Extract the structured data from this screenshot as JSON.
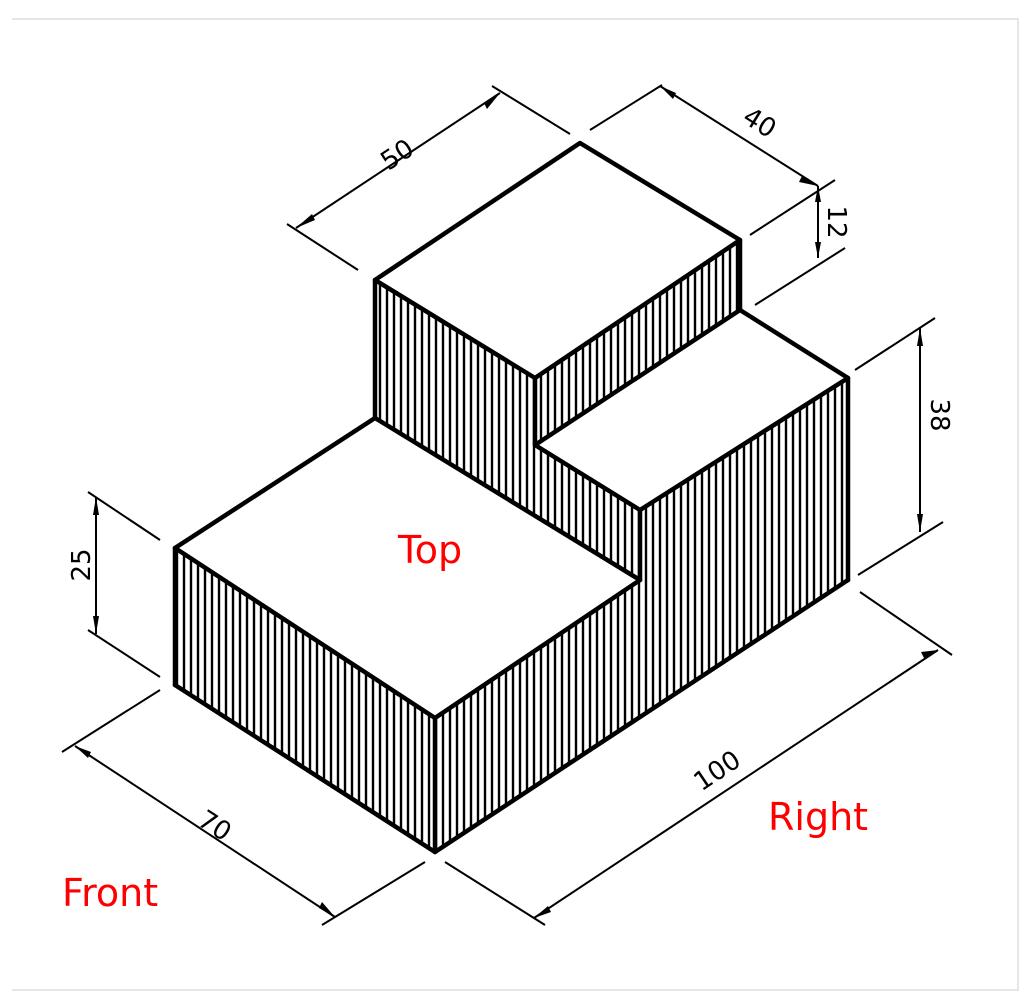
{
  "figure": {
    "type": "isometric-drawing",
    "description": "Stepped block isometric view with dimensions"
  },
  "dimensions": {
    "top_length": "50",
    "top_depth": "40",
    "top_step_height": "12",
    "right_height": "38",
    "base_height": "25",
    "base_depth": "70",
    "overall_length": "100"
  },
  "view_labels": {
    "top": "Top",
    "front": "Front",
    "right": "Right"
  },
  "colors": {
    "line": "#000000",
    "label": "#ff0000",
    "frame": "#e6e6e6",
    "background": "#ffffff"
  }
}
